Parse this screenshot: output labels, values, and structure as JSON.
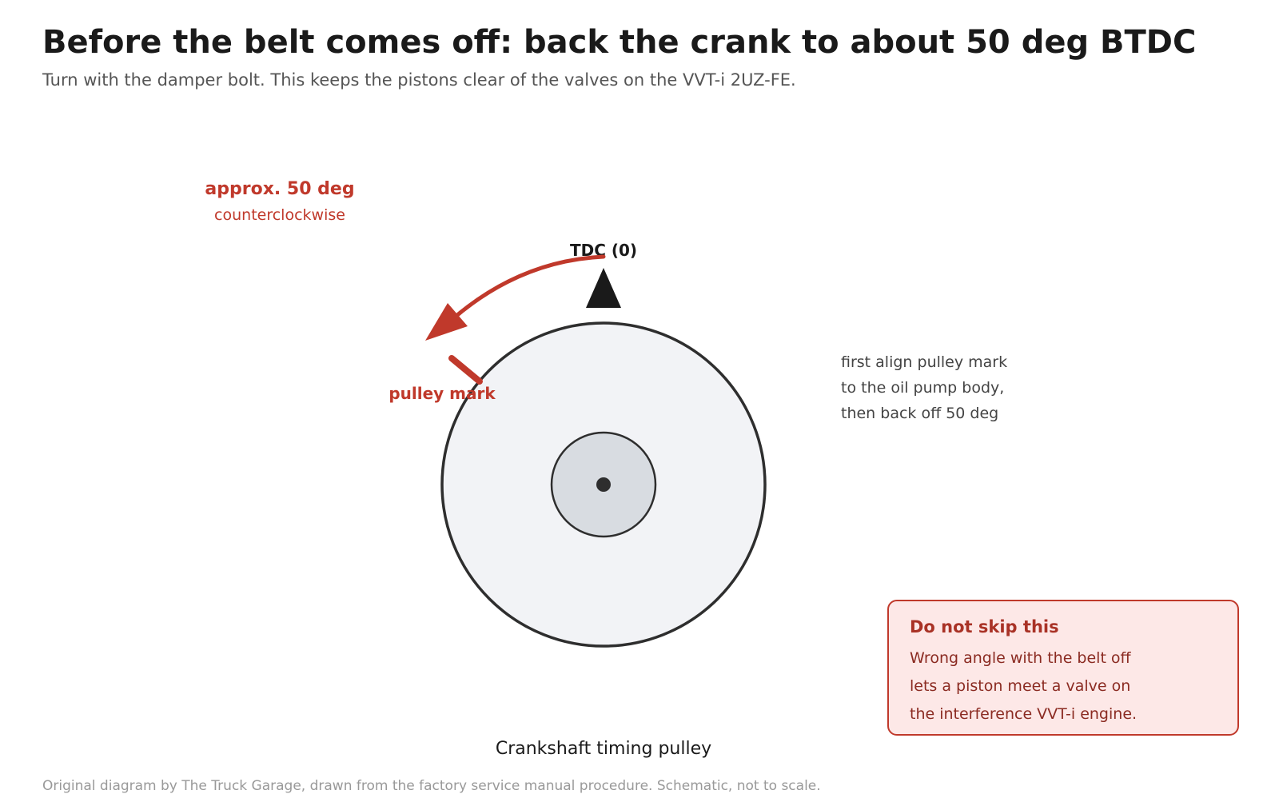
{
  "header": {
    "title": "Before the belt comes off: back the crank to about 50 deg BTDC",
    "subtitle": "Turn with the damper bolt. This keeps the pistons clear of the valves on the VVT-i 2UZ-FE."
  },
  "diagram": {
    "rotation": {
      "angle_label": "approx. 50 deg",
      "direction_label": "counterclockwise",
      "angle_deg": 50,
      "direction": "counterclockwise"
    },
    "tdc_label": "TDC (0)",
    "pulley_mark_label": "pulley mark",
    "note_lines": [
      "first align pulley mark",
      "to the oil pump body,",
      "then back off 50 deg"
    ],
    "pulley_caption": "Crankshaft timing pulley"
  },
  "warning": {
    "title": "Do not skip this",
    "lines": [
      "Wrong angle with the belt off",
      "lets a piston meet a valve on",
      "the interference VVT-i engine."
    ]
  },
  "footer": {
    "credit": "Original diagram by The Truck Garage, drawn from the factory service manual procedure. Schematic, not to scale."
  },
  "colors": {
    "accent": "#c0392b",
    "text": "#1a1a1a",
    "muted": "#555555",
    "pulley_fill": "#f2f3f6",
    "hub_fill": "#d8dce1",
    "outline": "#2e2e2e",
    "warning_bg": "#fde8e7"
  }
}
